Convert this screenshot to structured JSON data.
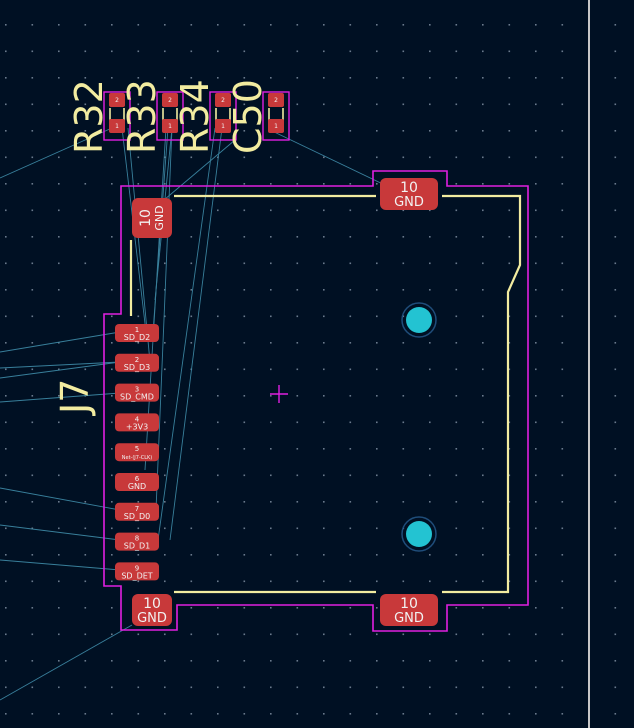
{
  "colors": {
    "background": "#001023",
    "grid_dot": "#6a7a8c",
    "pad": "#c8393a",
    "pad_text": "#f2f2f2",
    "silkscreen": "#f2eca0",
    "courtyard": "#e020e0",
    "ratsnest": "#3f8ca8",
    "hole": "#23c3d2",
    "board_edge": "#c8c8c8"
  },
  "refs": {
    "r32": "R32",
    "r33": "R33",
    "r34": "R34",
    "c50": "C50",
    "j7": "J7"
  },
  "small_parts": [
    {
      "ref": "R32",
      "pad1": "2",
      "pad2": "1"
    },
    {
      "ref": "R33",
      "pad1": "2",
      "pad2": "1"
    },
    {
      "ref": "R34",
      "pad1": "2",
      "pad2": "1"
    },
    {
      "ref": "C50",
      "pad1": "2",
      "pad2": "1"
    }
  ],
  "shield_pads": [
    {
      "num": "10",
      "net": "GND"
    },
    {
      "num": "10",
      "net": "GND"
    },
    {
      "num": "10",
      "net": "GND"
    },
    {
      "num": "10",
      "net": "GND"
    }
  ],
  "pins": [
    {
      "num": "1",
      "net": "SD_D2"
    },
    {
      "num": "2",
      "net": "SD_D3"
    },
    {
      "num": "3",
      "net": "SD_CMD"
    },
    {
      "num": "4",
      "net": "+3V3"
    },
    {
      "num": "5",
      "net": "Net-(J7-CLK)"
    },
    {
      "num": "6",
      "net": "GND"
    },
    {
      "num": "7",
      "net": "SD_D0"
    },
    {
      "num": "8",
      "net": "SD_D1"
    },
    {
      "num": "9",
      "net": "SD_DET"
    }
  ]
}
